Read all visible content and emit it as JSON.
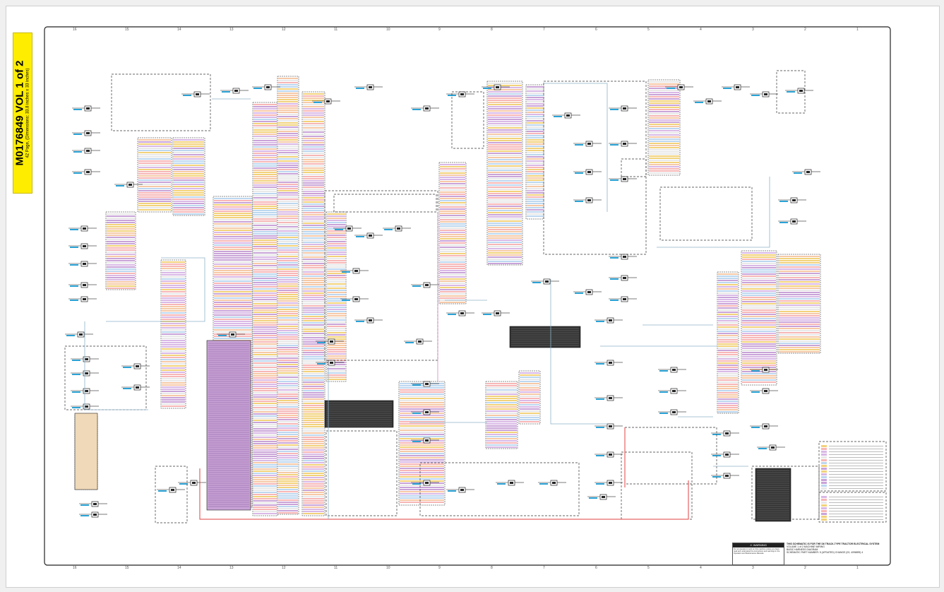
{
  "title_tab": {
    "main": "M0176849 VOL 1 of 2",
    "sub": "42 Page, (Dimensions: 33.8 inches x 33 inches)"
  },
  "border_ticks": {
    "top": [
      "16",
      "15",
      "14",
      "13",
      "12",
      "11",
      "10",
      "9",
      "8",
      "7",
      "6",
      "5",
      "4",
      "3",
      "2",
      "1"
    ],
    "bottom": [
      "16",
      "15",
      "14",
      "13",
      "12",
      "11",
      "10",
      "9",
      "8",
      "7",
      "6",
      "5",
      "4",
      "3",
      "2",
      "1"
    ]
  },
  "notes": {
    "line1": "THIS SCHEMATIC IS FOR THE D6 TRACK-TYPE TRACTOR ELECTRICAL SYSTEM",
    "line2": "VOLUME 1 of 2 MACHINE WIRING",
    "line3": "BASIC HARNESS DIAGRAM",
    "line4": "SCHEMATIC PART NUMBER: 5 (UPDATED) CHANGE (03, 4096899) 4"
  },
  "warning": {
    "heading": "⚠ WARNING",
    "body": "Do not operate or work on this machine unless you have read and understand the instructions and warnings in the Operation and Maintenance Manuals."
  },
  "colors": {
    "accent_yellow": "#ffed00",
    "wire_blue": "#2aa3d6",
    "wire_pink": "#c98ac2",
    "wire_orange": "#f2a44a",
    "wire_red": "#e04040",
    "line_dark": "#222222"
  }
}
